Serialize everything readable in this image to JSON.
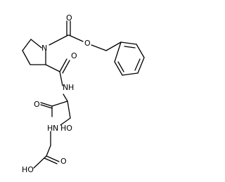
{
  "molecule": {
    "atom_labels": {
      "ring_n": "N",
      "carbamate_o": "O",
      "carbamate_carbonyl_o": "O",
      "pro_carbonyl_o": "O",
      "amide_nh_1": "N",
      "amide_h_1": "H",
      "ser_carbonyl_o": "O",
      "amide_nh_2": "N",
      "amide_h_2": "H",
      "hydroxyl_ho": "HO",
      "acid_ho": "HO",
      "acid_carbonyl_o": "O"
    }
  }
}
